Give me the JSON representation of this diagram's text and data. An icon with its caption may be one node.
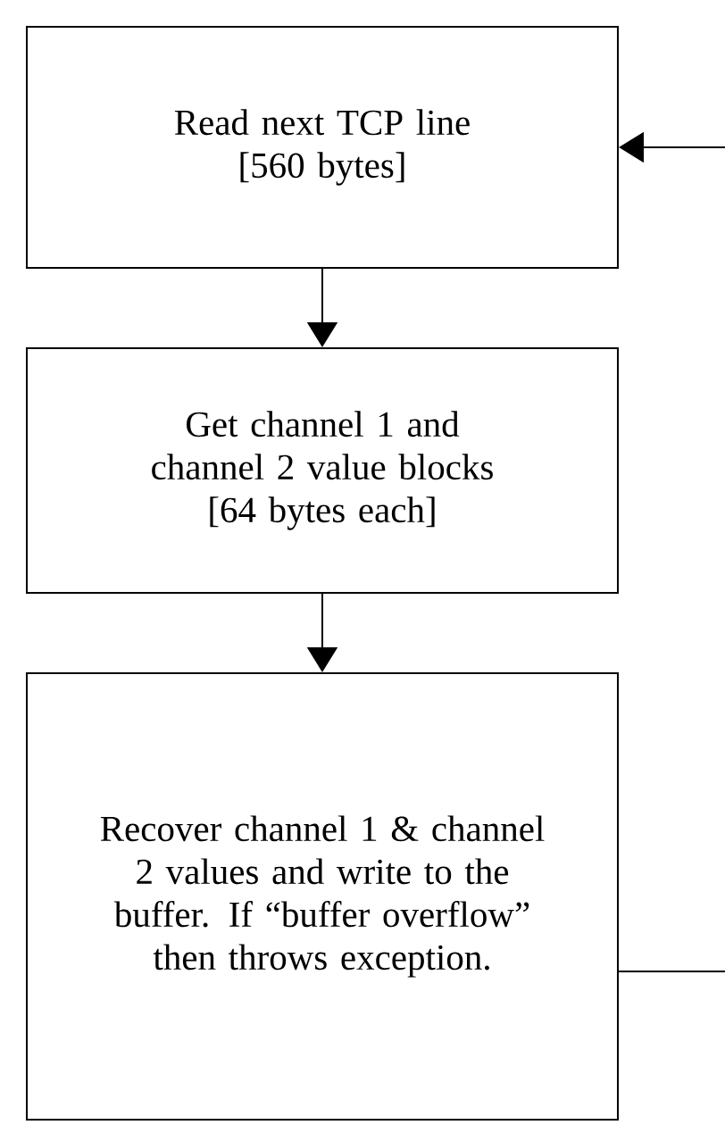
{
  "diagram": {
    "nodes": [
      {
        "text": [
          "Read next TCP line",
          "[560 bytes]"
        ]
      },
      {
        "text": [
          "Get channel 1 and channel 2 value blocks",
          "[64 bytes each]"
        ]
      },
      {
        "text": [
          "Recover channel 1 & channel 2 values and write to the buffer. If “buffer overflow” then throws exception."
        ]
      }
    ],
    "edges": [
      {
        "from": 0,
        "to": 1,
        "arrow": "to"
      },
      {
        "from": 1,
        "to": 2,
        "arrow": "to"
      },
      {
        "from": 2,
        "to": null,
        "arrow": "none"
      },
      {
        "from": null,
        "to": 0,
        "arrow": "to"
      }
    ]
  }
}
